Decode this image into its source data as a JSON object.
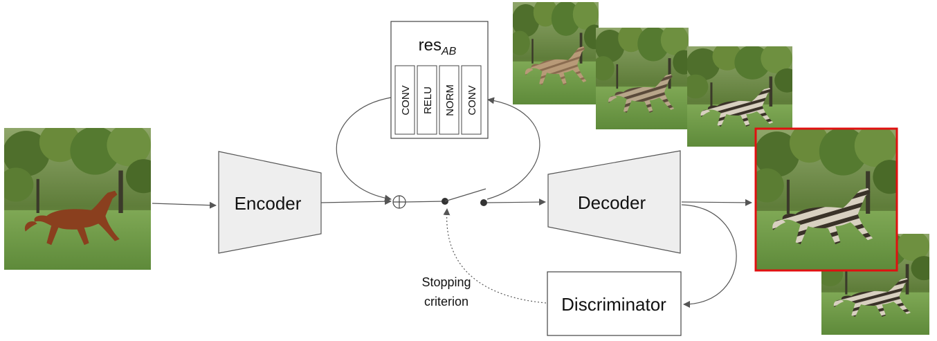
{
  "encoder": {
    "label": "Encoder"
  },
  "decoder": {
    "label": "Decoder"
  },
  "discriminator": {
    "label": "Discriminator"
  },
  "residual_block": {
    "title_main": "res",
    "title_subscript": "AB",
    "layers": [
      "CONV",
      "RELU",
      "NORM",
      "CONV"
    ]
  },
  "stopping_criterion": {
    "line1": "Stopping",
    "line2": "criterion"
  },
  "sum_symbol": "⊕",
  "images": {
    "input": "input-horse-image",
    "iterations": [
      "iteration-1-image",
      "iteration-2-image",
      "iteration-3-image"
    ],
    "selected": "selected-zebra-image",
    "extra": "overshoot-zebra-image"
  },
  "colors": {
    "block_fill": "#eeeeee",
    "stroke": "#444444",
    "highlight": "#e01010"
  }
}
